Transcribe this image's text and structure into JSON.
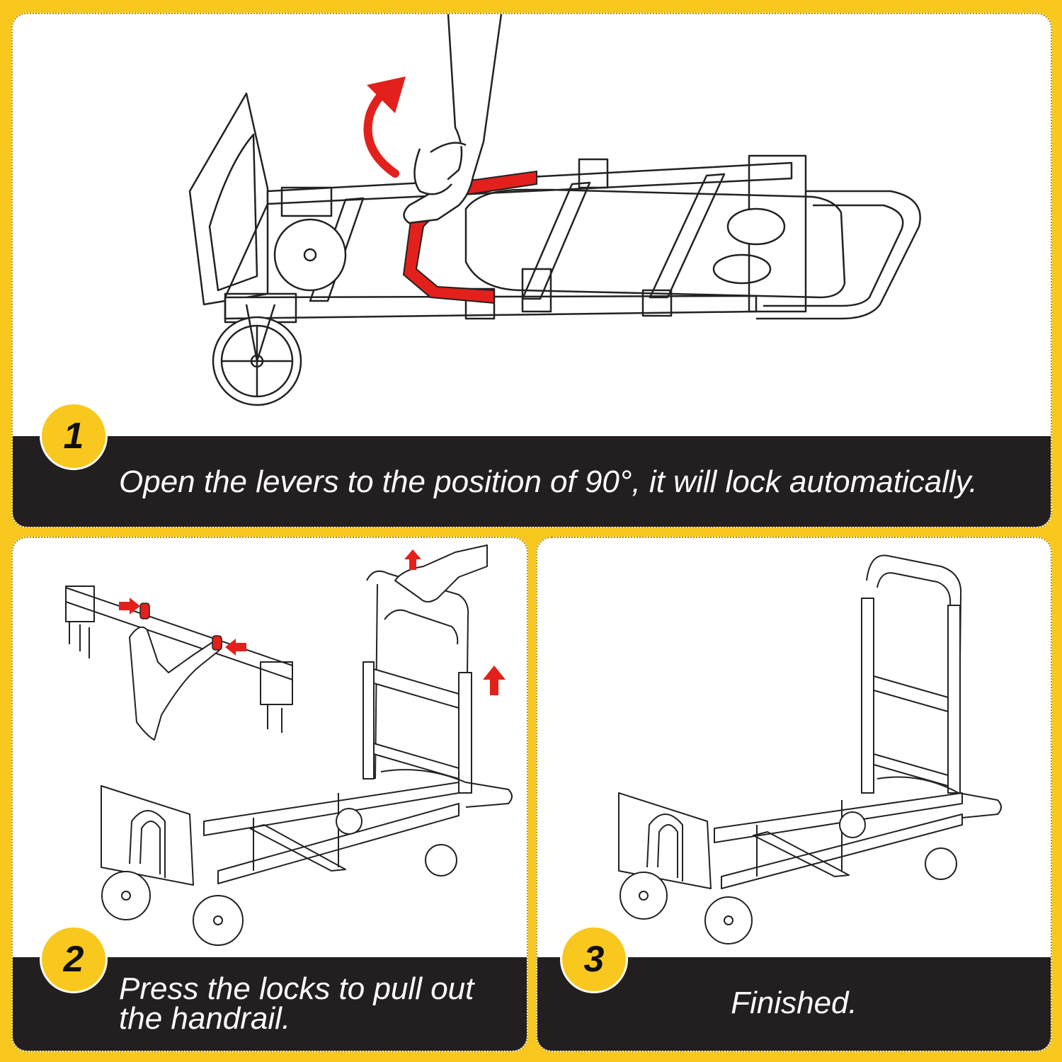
{
  "steps": [
    {
      "number": "1",
      "caption": "Open the levers to the position of 90°, it will lock automatically."
    },
    {
      "number": "2",
      "caption": "Press the locks to pull out\nthe handrail."
    },
    {
      "number": "3",
      "caption": "Finished."
    }
  ],
  "colors": {
    "background": "#F9C81E",
    "caption_bar": "#231f20",
    "badge": "#F9C81E",
    "highlight": "#E3201B"
  }
}
